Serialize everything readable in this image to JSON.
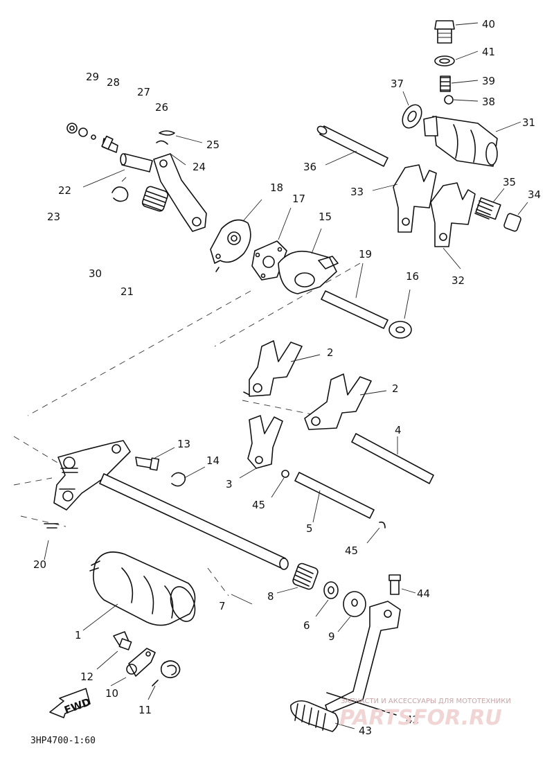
{
  "drawing_code": "3HP4700-1:60",
  "fwd_label": "FWD",
  "watermark": {
    "caption": "ЗАПЧАСТИ И АКСЕССУАРЫ ДЛЯ МОТОТЕХНИКИ",
    "brand": "PARTSFOR.RU"
  },
  "callouts": {
    "p1": "1",
    "p2a": "2",
    "p2b": "2",
    "p3": "3",
    "p4": "4",
    "p5": "5",
    "p6": "6",
    "p7": "7",
    "p8": "8",
    "p9": "9",
    "p10": "10",
    "p11": "11",
    "p12": "12",
    "p13": "13",
    "p14": "14",
    "p15": "15",
    "p16": "16",
    "p17": "17",
    "p18": "18",
    "p19": "19",
    "p20": "20",
    "p21": "21",
    "p22": "22",
    "p23": "23",
    "p24": "24",
    "p25": "25",
    "p26": "26",
    "p27": "27",
    "p28": "28",
    "p29": "29",
    "p30": "30",
    "p31": "31",
    "p32": "32",
    "p33": "33",
    "p34": "34",
    "p35": "35",
    "p36": "36",
    "p37": "37",
    "p38": "38",
    "p39": "39",
    "p40": "40",
    "p41": "41",
    "p42": "42",
    "p43": "43",
    "p45a": "45",
    "p45b": "45",
    "p44": "44"
  }
}
